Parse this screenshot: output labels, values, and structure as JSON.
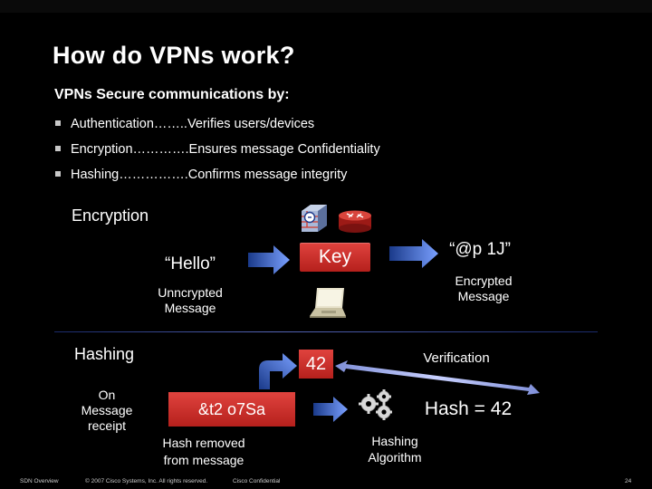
{
  "slide": {
    "title": "How do VPNs work?",
    "subtitle": "VPNs Secure communications by:",
    "bullets": [
      "Authentication……..Verifies users/devices",
      "Encryption………….Ensures message Confidentiality",
      "Hashing…………….Confirms message integrity"
    ]
  },
  "encryption": {
    "label": "Encryption",
    "plaintext": "“Hello”",
    "unencrypted_label_1": "Unncrypted",
    "unencrypted_label_2": "Message",
    "key": "Key",
    "ciphertext": "“@p 1J”",
    "encrypted_label_1": "Encrypted",
    "encrypted_label_2": "Message"
  },
  "hashing": {
    "label": "Hashing",
    "on_receipt_1": "On",
    "on_receipt_2": "Message",
    "on_receipt_3": "receipt",
    "received_value": "&t2 o7Sa",
    "removed_1": "Hash removed",
    "removed_2": "from message",
    "hash_value": "42",
    "verification": "Verification",
    "computed": "Hash = 42",
    "algorithm_1": "Hashing",
    "algorithm_2": "Algorithm"
  },
  "footer": {
    "left": "SDN Overview",
    "copyright": "© 2007 Cisco Systems, Inc. All rights reserved.",
    "confidential": "Cisco Confidential",
    "page": "24"
  },
  "colors": {
    "background": "#000000",
    "accent_red": "#c62a25",
    "arrow_blue": "#3a5fc0"
  },
  "icons": [
    "firewall-icon",
    "router-icon",
    "laptop-icon",
    "gears-icon"
  ]
}
